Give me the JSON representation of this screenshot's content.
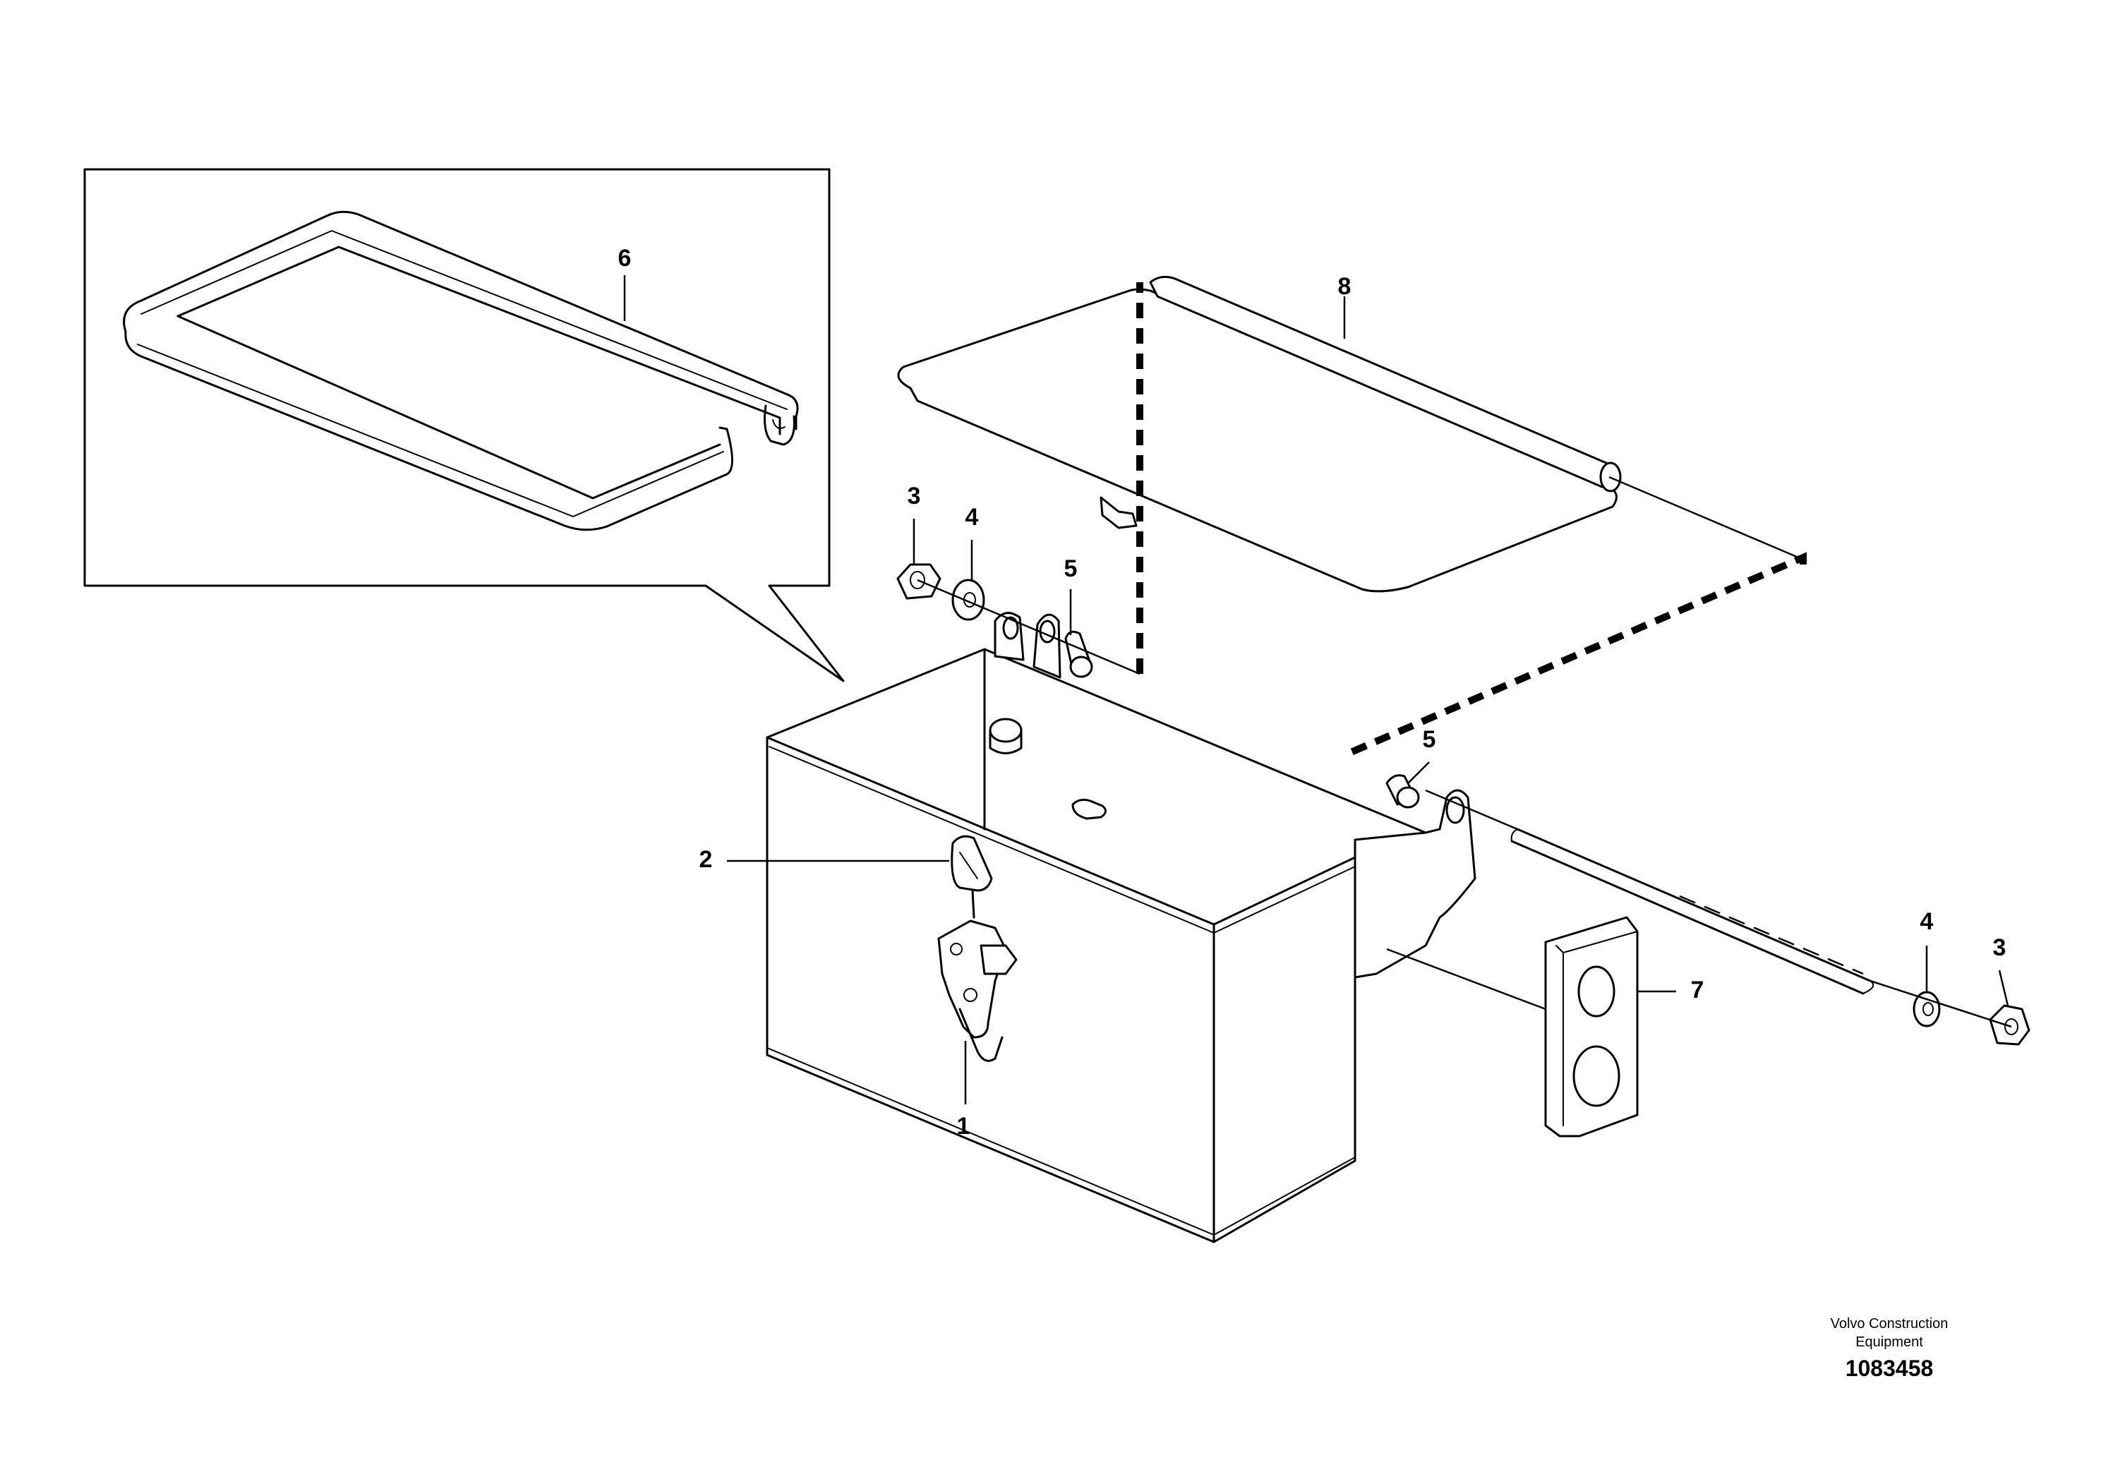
{
  "callouts": {
    "c1": "1",
    "c2": "2",
    "c3a": "3",
    "c3b": "3",
    "c4a": "4",
    "c4b": "4",
    "c5a": "5",
    "c5b": "5",
    "c6": "6",
    "c7": "7",
    "c8": "8"
  },
  "footer": {
    "maker_line1": "Volvo Construction",
    "maker_line2": "Equipment",
    "drawing_number": "1083458"
  },
  "parts": {
    "box": "battery-box",
    "lid": "lid",
    "seal": "edge-seal",
    "latch": "latch",
    "handle": "handle",
    "rod": "threaded-rod",
    "spacer": "spacer",
    "plate": "plate"
  }
}
